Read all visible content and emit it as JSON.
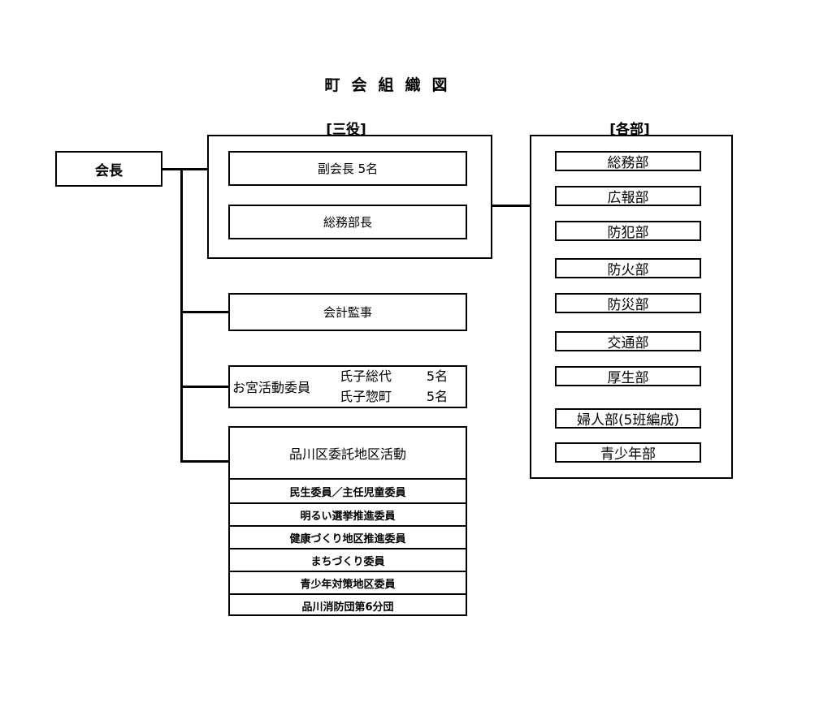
{
  "title": "町会組織図",
  "president": "会長",
  "sanyaku": {
    "label": "[三役]",
    "items": [
      "副会長 5名",
      "総務部長"
    ]
  },
  "auditor": "会計監事",
  "shrine": {
    "label": "お宮活動委員",
    "rows": [
      {
        "name": "氏子総代",
        "count": "5名"
      },
      {
        "name": "氏子惣町",
        "count": "5名"
      }
    ]
  },
  "ward": {
    "header": "品川区委託地区活動",
    "items": [
      "民生委員／主任児童委員",
      "明るい選挙推進委員",
      "健康づくり地区推進委員",
      "まちづくり委員",
      "青少年対策地区委員",
      "品川消防団第6分団"
    ]
  },
  "departments": {
    "label": "[各部]",
    "items": [
      "総務部",
      "広報部",
      "防犯部",
      "防火部",
      "防災部",
      "交通部",
      "厚生部",
      "婦人部(5班編成)",
      "青少年部"
    ]
  }
}
